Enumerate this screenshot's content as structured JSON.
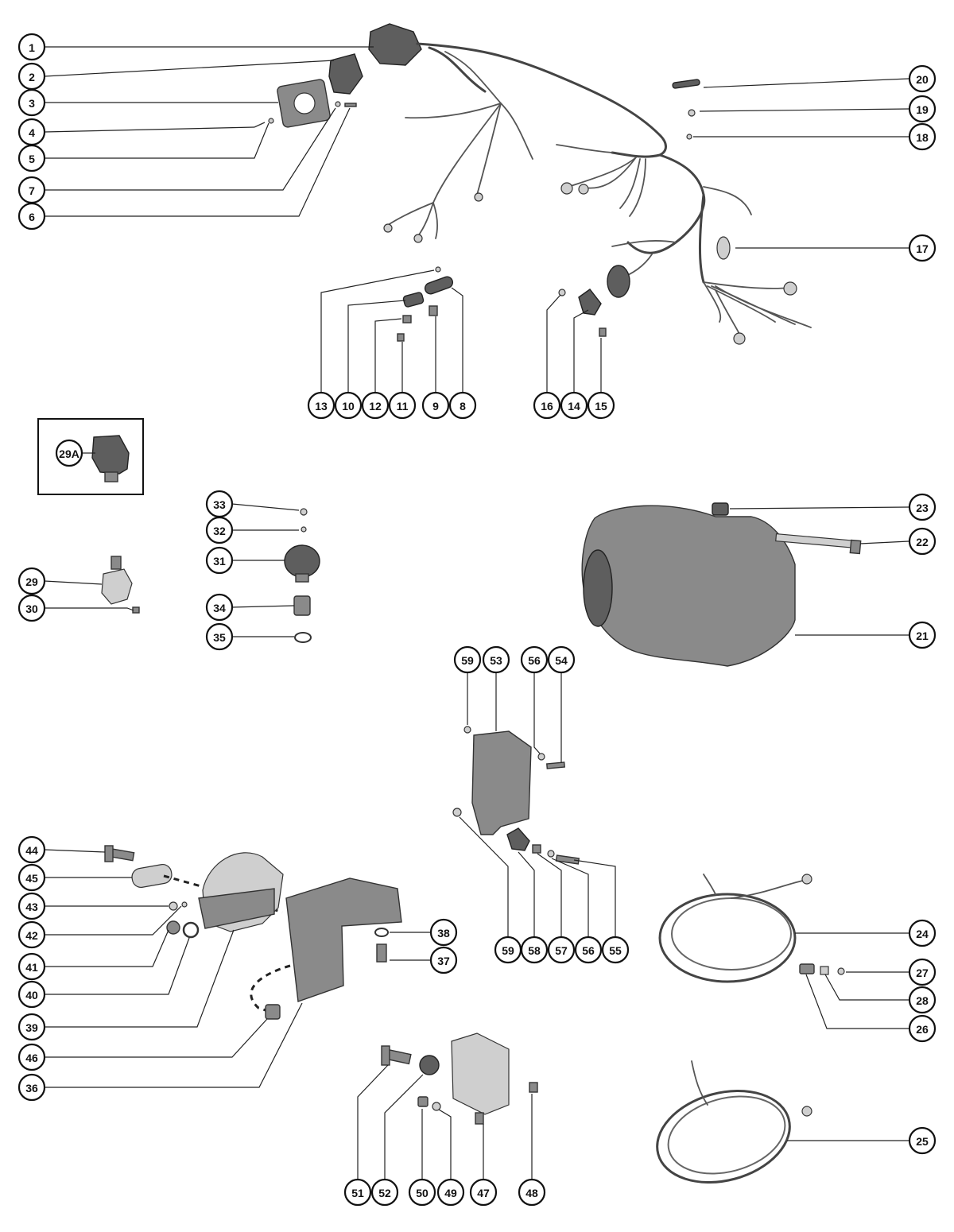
{
  "callouts": [
    {
      "id": "1",
      "label": "1"
    },
    {
      "id": "2",
      "label": "2"
    },
    {
      "id": "3",
      "label": "3"
    },
    {
      "id": "4",
      "label": "4"
    },
    {
      "id": "5",
      "label": "5"
    },
    {
      "id": "7",
      "label": "7"
    },
    {
      "id": "6",
      "label": "6"
    },
    {
      "id": "20",
      "label": "20"
    },
    {
      "id": "19",
      "label": "19"
    },
    {
      "id": "18",
      "label": "18"
    },
    {
      "id": "17",
      "label": "17"
    },
    {
      "id": "13",
      "label": "13"
    },
    {
      "id": "10",
      "label": "10"
    },
    {
      "id": "12",
      "label": "12"
    },
    {
      "id": "11",
      "label": "11"
    },
    {
      "id": "9",
      "label": "9"
    },
    {
      "id": "8",
      "label": "8"
    },
    {
      "id": "16",
      "label": "16"
    },
    {
      "id": "14",
      "label": "14"
    },
    {
      "id": "15",
      "label": "15"
    },
    {
      "id": "29A",
      "label": "29A"
    },
    {
      "id": "33",
      "label": "33"
    },
    {
      "id": "32",
      "label": "32"
    },
    {
      "id": "31",
      "label": "31"
    },
    {
      "id": "34",
      "label": "34"
    },
    {
      "id": "35",
      "label": "35"
    },
    {
      "id": "29",
      "label": "29"
    },
    {
      "id": "30",
      "label": "30"
    },
    {
      "id": "23",
      "label": "23"
    },
    {
      "id": "22",
      "label": "22"
    },
    {
      "id": "21",
      "label": "21"
    },
    {
      "id": "59a",
      "label": "59"
    },
    {
      "id": "53",
      "label": "53"
    },
    {
      "id": "56a",
      "label": "56"
    },
    {
      "id": "54",
      "label": "54"
    },
    {
      "id": "59b",
      "label": "59"
    },
    {
      "id": "58",
      "label": "58"
    },
    {
      "id": "57",
      "label": "57"
    },
    {
      "id": "56b",
      "label": "56"
    },
    {
      "id": "55",
      "label": "55"
    },
    {
      "id": "44",
      "label": "44"
    },
    {
      "id": "45",
      "label": "45"
    },
    {
      "id": "43",
      "label": "43"
    },
    {
      "id": "42",
      "label": "42"
    },
    {
      "id": "41",
      "label": "41"
    },
    {
      "id": "40",
      "label": "40"
    },
    {
      "id": "39",
      "label": "39"
    },
    {
      "id": "46",
      "label": "46"
    },
    {
      "id": "36",
      "label": "36"
    },
    {
      "id": "38",
      "label": "38"
    },
    {
      "id": "37",
      "label": "37"
    },
    {
      "id": "24",
      "label": "24"
    },
    {
      "id": "27",
      "label": "27"
    },
    {
      "id": "28",
      "label": "28"
    },
    {
      "id": "26",
      "label": "26"
    },
    {
      "id": "25",
      "label": "25"
    },
    {
      "id": "51",
      "label": "51"
    },
    {
      "id": "52",
      "label": "52"
    },
    {
      "id": "50",
      "label": "50"
    },
    {
      "id": "49",
      "label": "49"
    },
    {
      "id": "47",
      "label": "47"
    },
    {
      "id": "48",
      "label": "48"
    }
  ]
}
